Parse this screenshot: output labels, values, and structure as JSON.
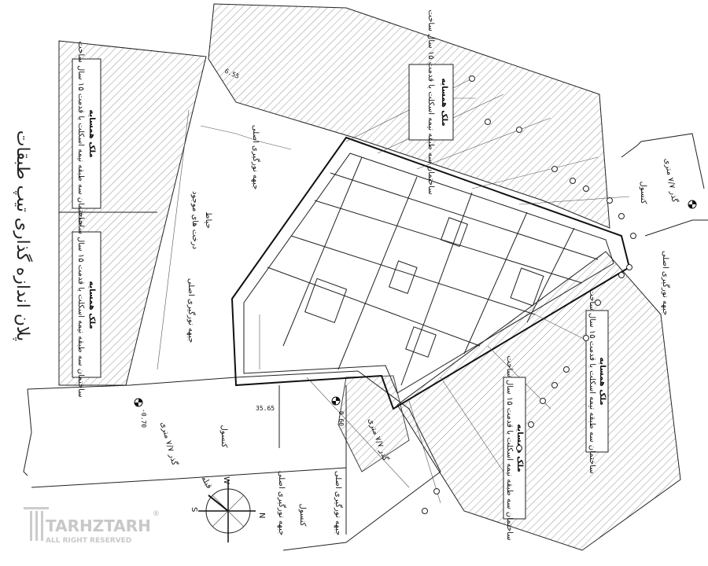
{
  "title": "پلان اندازه گذاری تیپ طبقات",
  "neighbors": [
    {
      "heading": "ملک همسایه",
      "desc": "ساختمان سه طبقه نیمه اسکلت با قدمت ۱۵ سال ساخت"
    },
    {
      "heading": "ملک همسایه",
      "desc": "ساختمان سه طبقه نیمه اسکلت با قدمت ۱۵ سال ساخت"
    },
    {
      "heading": "ملک همسایه",
      "desc": "ساختمان سه طبقه نیمه اسکلت با قدمت ۱۵ سال ساخت"
    },
    {
      "heading": "ملک همسایه",
      "desc": "ساختمان سه طبقه نیمه اسکلت با قدمت ۱۵ سال ساخت"
    },
    {
      "heading": "ملک همسایه",
      "desc": "ساختمان سه طبقه نیمه اسکلت با قدمت ۱۵ سال ساخت"
    }
  ],
  "courtyard": "حیاط",
  "trees": "درخت های موجود",
  "roads": [
    "گذر ۷/۷ متری",
    "گذر ۷/۷ متری",
    "گذر ۷/۷ متری"
  ],
  "console": [
    "کنسول",
    "کنسول",
    "کنسول"
  ],
  "lighting": [
    "جبهه نورگیری اصلی",
    "جبهه نورگیری اصلی",
    "جبهه نورگیری اصلی",
    "جبهه نورگیری اصلی",
    "جبهه نورگیری اصلی"
  ],
  "levels": [
    "-0.70",
    "-0.60"
  ],
  "dimensions": [
    "35.65",
    "6.55"
  ],
  "compass": {
    "n": "N",
    "s": "S",
    "w": "W",
    "qibla": "قبله"
  },
  "watermark": {
    "brand": "TARHZTARH",
    "rights": "ALL RIGHT RESERVED",
    "reg": "®"
  }
}
